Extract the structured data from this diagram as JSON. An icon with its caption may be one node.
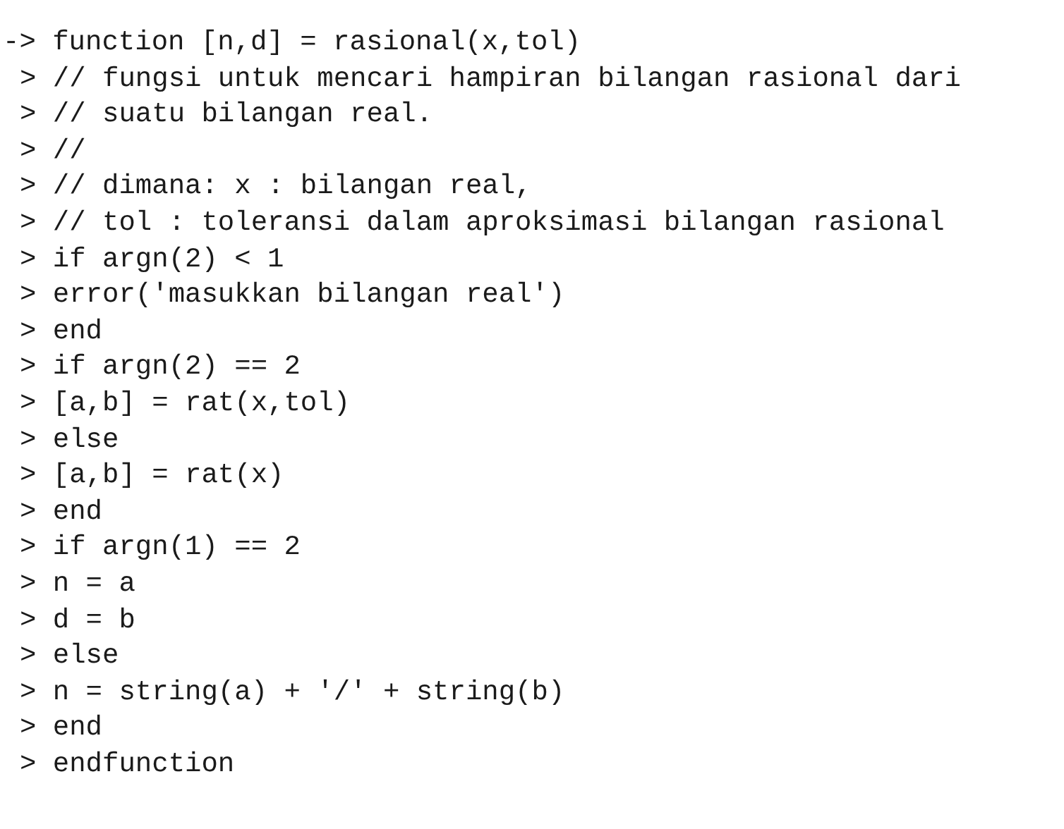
{
  "diagram": {
    "labels": [
      "-> function [n,d] = rasional(x,tol)",
      "> // fungsi untuk mencari hampiran bilangan rasional dari",
      "> // suatu bilangan real.",
      "> //",
      "> // dimana: x : bilangan real,",
      "> // tol : toleransi dalam aproksimasi bilangan rasional",
      "> if argn(2) < 1",
      "> error('masukkan bilangan real')",
      "> end",
      "> if argn(2) == 2",
      "> [a,b] = rat(x,tol)",
      "> else",
      "> [a,b] = rat(x)",
      "> end",
      "> if argn(1) == 2",
      "> n = a",
      "> d = b",
      "> else",
      "> n = string(a) + '/' + string(b)",
      "> end",
      "> endfunction"
    ]
  }
}
